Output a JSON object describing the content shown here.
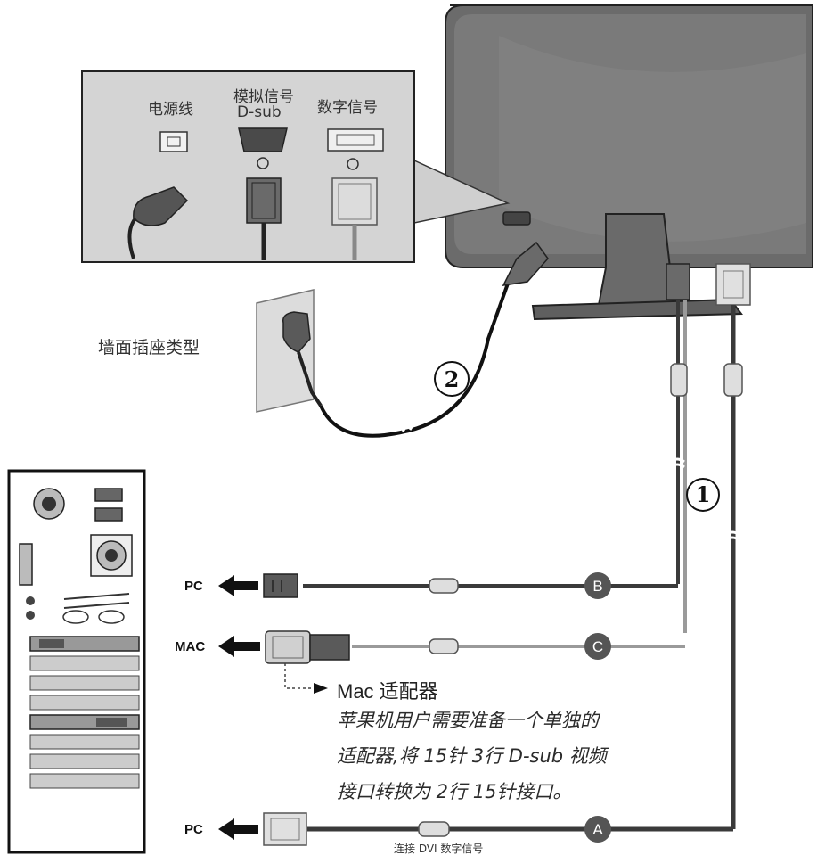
{
  "inset": {
    "power_cable_label": "电源线",
    "analog_signal_label": "模拟信号",
    "analog_connector_label": "D-sub",
    "digital_signal_label": "数字信号"
  },
  "wall_outlet_label": "墙面插座类型",
  "callouts": {
    "monitor_cable_badge": "1",
    "power_cable_badge": "2",
    "cable_b_badge": "B",
    "cable_c_badge": "C",
    "cable_a_badge": "A"
  },
  "destinations": {
    "pc_analog": "PC",
    "mac": "MAC",
    "pc_digital": "PC"
  },
  "mac_note": {
    "title": "Mac 适配器",
    "lines": [
      "苹果机用户需要准备一个单独的",
      "适配器,将 15针 3行 D-sub 视频",
      "接口转换为 2行 15针接口。"
    ]
  },
  "caption": "连接 DVI 数字信号",
  "colors": {
    "monitor": "#6b6b6b",
    "cable_dark": "#3a3a3a",
    "cable_light": "#9a9a9a",
    "badge_fill": "#555555",
    "outline": "#222222"
  }
}
